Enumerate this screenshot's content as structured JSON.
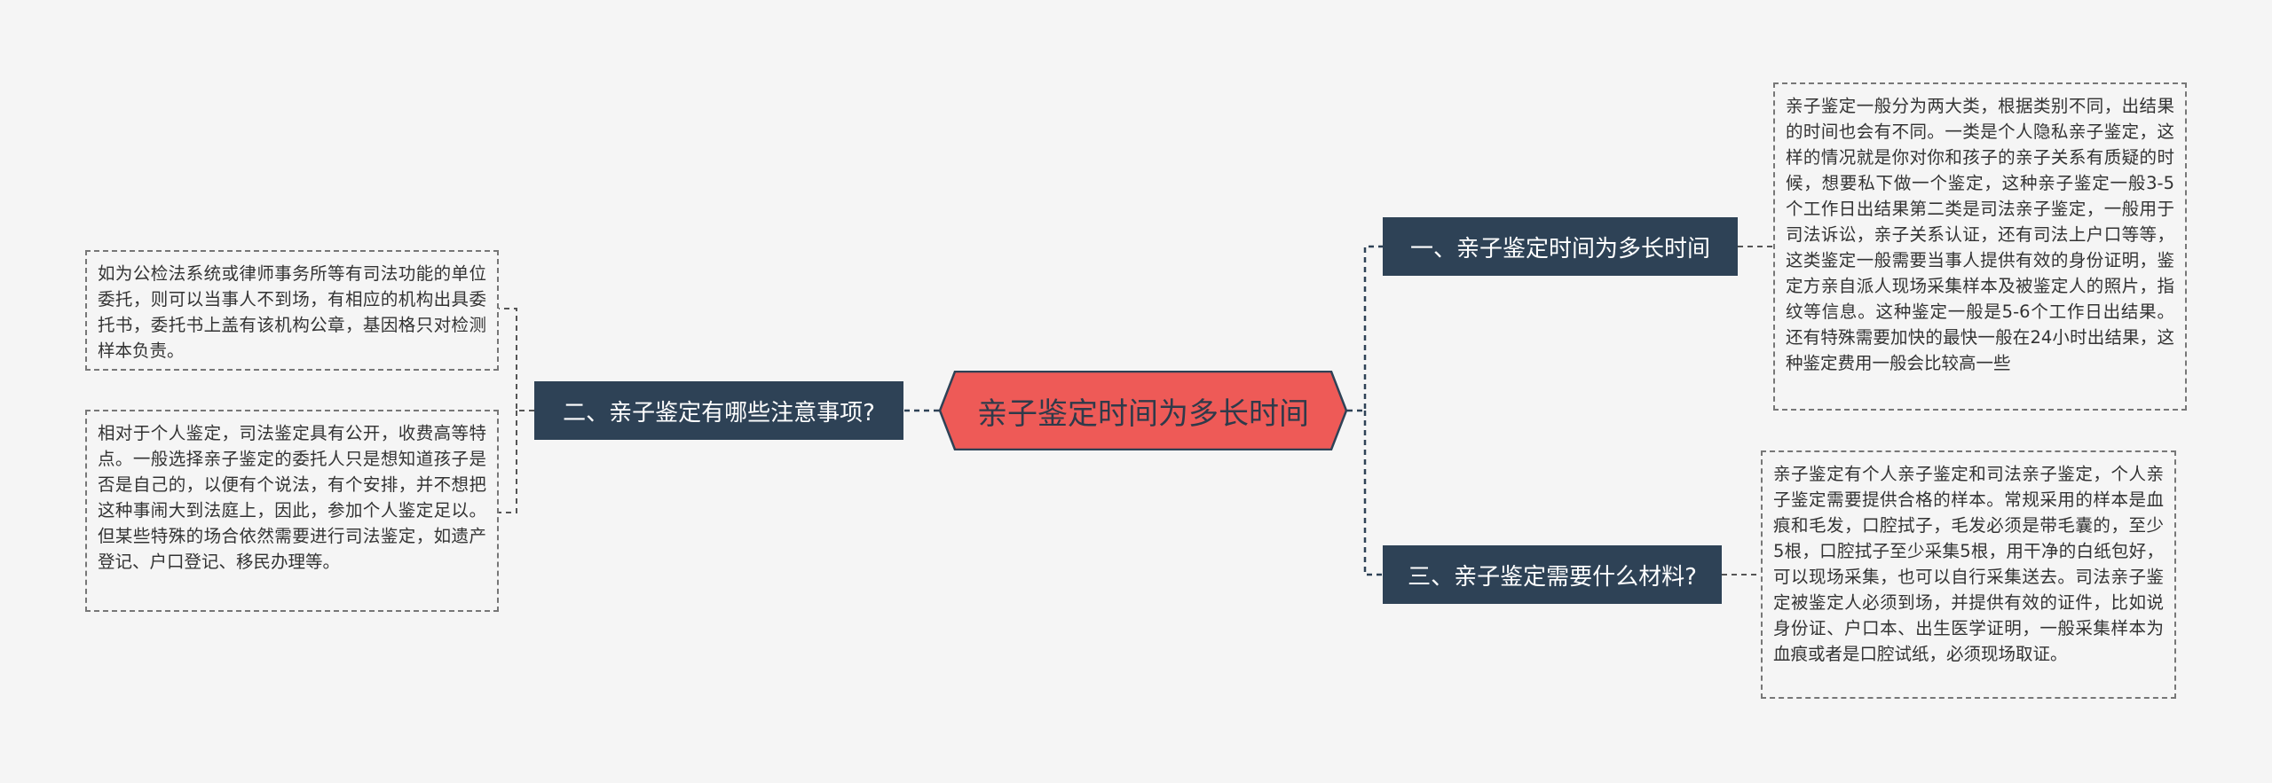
{
  "root": {
    "label": "亲子鉴定时间为多长时间"
  },
  "branches": [
    {
      "label": "一、亲子鉴定时间为多长时间"
    },
    {
      "label": "二、亲子鉴定有哪些注意事项?"
    },
    {
      "label": "三、亲子鉴定需要什么材料?"
    }
  ],
  "leaves": {
    "b1": "亲子鉴定一般分为两大类，根据类别不同，出结果的时间也会有不同。一类是个人隐私亲子鉴定，这样的情况就是你对你和孩子的亲子关系有质疑的时候，想要私下做一个鉴定，这种亲子鉴定一般3-5个工作日出结果第二类是司法亲子鉴定，一般用于司法诉讼，亲子关系认证，还有司法上户口等等，这类鉴定一般需要当事人提供有效的身份证明，鉴定方亲自派人现场采集样本及被鉴定人的照片，指纹等信息。这种鉴定一般是5-6个工作日出结果。还有特殊需要加快的最快一般在24小时出结果，这种鉴定费用一般会比较高一些",
    "b2a": "如为公检法系统或律师事务所等有司法功能的单位委托，则可以当事人不到场，有相应的机构出具委托书，委托书上盖有该机构公章，基因格只对检测样本负责。",
    "b2b": "相对于个人鉴定，司法鉴定具有公开，收费高等特点。一般选择亲子鉴定的委托人只是想知道孩子是否是自己的，以便有个说法，有个安排，并不想把这种事闹大到法庭上，因此，参加个人鉴定足以。但某些特殊的场合依然需要进行司法鉴定，如遗产登记、户口登记、移民办理等。",
    "b3": "亲子鉴定有个人亲子鉴定和司法亲子鉴定，个人亲子鉴定需要提供合格的样本。常规采用的样本是血痕和毛发，口腔拭子，毛发必须是带毛囊的，至少5根，口腔拭子至少采集5根，用干净的白纸包好，可以现场采集，也可以自行采集送去。司法亲子鉴定被鉴定人必须到场，并提供有效的证件，比如说身份证、户口本、出生医学证明，一般采集样本为血痕或者是口腔试纸，必须现场取证。"
  },
  "colors": {
    "root_fill": "#ee5a57",
    "branch_fill": "#2e4256",
    "connector": "#2e4256",
    "leaf_border": "#777777",
    "background": "#f5f5f5"
  }
}
